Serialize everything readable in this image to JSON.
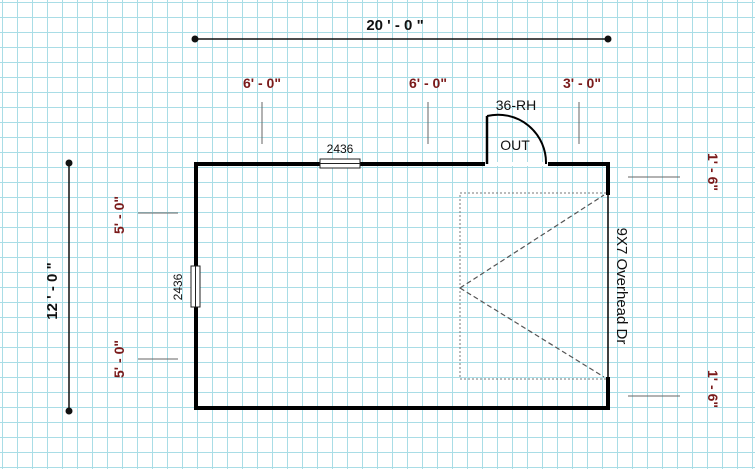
{
  "plan": {
    "overall_width": "20 ' - 0 \"",
    "overall_depth": "12 ' - 0 \"",
    "top_segments": [
      "6' - 0\"",
      "6' - 0\"",
      "3' - 0\""
    ],
    "left_segments": [
      "5' - 0\"",
      "5' - 0\""
    ],
    "right_segments": [
      "1' - 6\"",
      "1' - 6\""
    ],
    "window_top": "2436",
    "window_left": "2436",
    "door_type": "36-RH",
    "door_swing": "OUT",
    "overhead_door": "9X7 Overhead Dr"
  },
  "colors": {
    "grid": "#a9dde6",
    "dimension_text": "#7a1a1a",
    "wall": "#000000"
  }
}
